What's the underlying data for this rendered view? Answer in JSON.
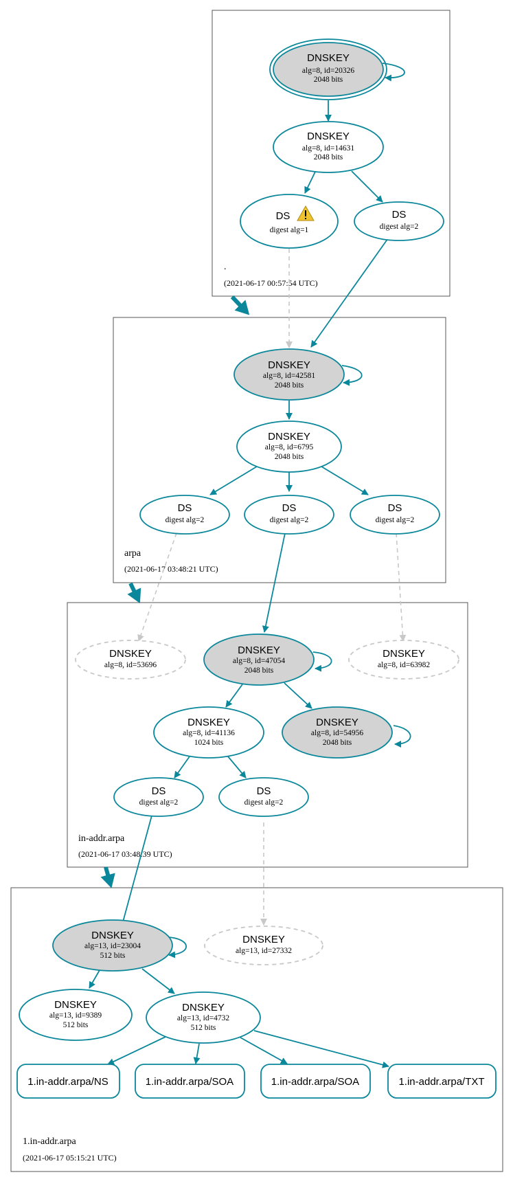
{
  "colors": {
    "edge": "#0a879a",
    "insecure": "#c8c8c8",
    "sep_fill": "#d3d3d3",
    "zone_border": "#555555",
    "warning": "#f0c330"
  },
  "zones": [
    {
      "label": ".",
      "timestamp": "(2021-06-17 00:57:54 UTC)"
    },
    {
      "label": "arpa",
      "timestamp": "(2021-06-17 03:48:21 UTC)"
    },
    {
      "label": "in-addr.arpa",
      "timestamp": "(2021-06-17 03:48:39 UTC)"
    },
    {
      "label": "1.in-addr.arpa",
      "timestamp": "(2021-06-17 05:15:21 UTC)"
    }
  ],
  "nodes": {
    "root_ksk": {
      "title": "DNSKEY",
      "line1": "alg=8, id=20326",
      "line2": "2048 bits"
    },
    "root_zsk": {
      "title": "DNSKEY",
      "line1": "alg=8, id=14631",
      "line2": "2048 bits"
    },
    "root_ds1": {
      "title": "DS",
      "line1": "digest alg=1",
      "warning_icon": "warning-icon"
    },
    "root_ds2": {
      "title": "DS",
      "line1": "digest alg=2"
    },
    "arpa_ksk": {
      "title": "DNSKEY",
      "line1": "alg=8, id=42581",
      "line2": "2048 bits"
    },
    "arpa_zsk": {
      "title": "DNSKEY",
      "line1": "alg=8, id=6795",
      "line2": "2048 bits"
    },
    "arpa_ds1": {
      "title": "DS",
      "line1": "digest alg=2"
    },
    "arpa_ds2": {
      "title": "DS",
      "line1": "digest alg=2"
    },
    "arpa_ds3": {
      "title": "DS",
      "line1": "digest alg=2"
    },
    "inaddr_missing1": {
      "title": "DNSKEY",
      "line1": "alg=8, id=53696"
    },
    "inaddr_ksk": {
      "title": "DNSKEY",
      "line1": "alg=8, id=47054",
      "line2": "2048 bits"
    },
    "inaddr_missing2": {
      "title": "DNSKEY",
      "line1": "alg=8, id=63982"
    },
    "inaddr_zsk": {
      "title": "DNSKEY",
      "line1": "alg=8, id=41136",
      "line2": "1024 bits"
    },
    "inaddr_ksk2": {
      "title": "DNSKEY",
      "line1": "alg=8, id=54956",
      "line2": "2048 bits"
    },
    "inaddr_ds1": {
      "title": "DS",
      "line1": "digest alg=2"
    },
    "inaddr_ds2": {
      "title": "DS",
      "line1": "digest alg=2"
    },
    "one_ksk": {
      "title": "DNSKEY",
      "line1": "alg=13, id=23004",
      "line2": "512 bits"
    },
    "one_missing": {
      "title": "DNSKEY",
      "line1": "alg=13, id=27332"
    },
    "one_key2": {
      "title": "DNSKEY",
      "line1": "alg=13, id=9389",
      "line2": "512 bits"
    },
    "one_zsk": {
      "title": "DNSKEY",
      "line1": "alg=13, id=4732",
      "line2": "512 bits"
    }
  },
  "rrsets": [
    {
      "label": "1.in-addr.arpa/NS"
    },
    {
      "label": "1.in-addr.arpa/SOA"
    },
    {
      "label": "1.in-addr.arpa/SOA"
    },
    {
      "label": "1.in-addr.arpa/TXT"
    }
  ]
}
